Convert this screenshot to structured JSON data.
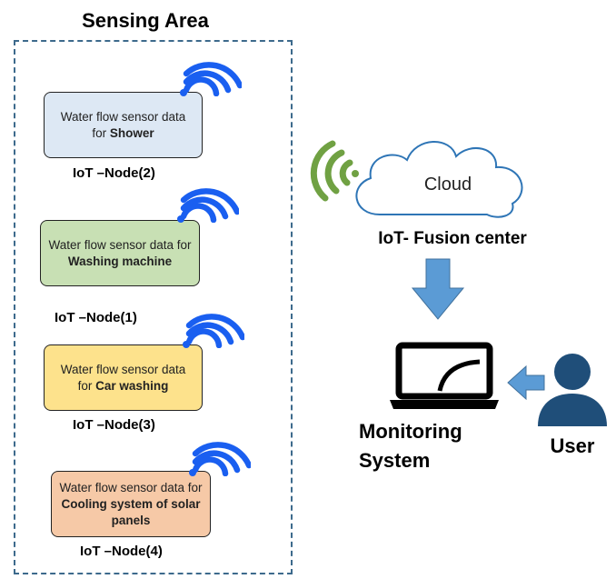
{
  "sensing_area": {
    "title": "Sensing Area"
  },
  "nodes": [
    {
      "prefix": "Water flow sensor data for ",
      "bold": "Shower",
      "label": "IoT –Node(2)",
      "color": "#dde8f4"
    },
    {
      "prefix": "Water flow sensor data for ",
      "bold": "Washing machine",
      "label": "IoT –Node(1)",
      "color": "#c8e0b4"
    },
    {
      "prefix": "Water flow sensor data for ",
      "bold": "Car washing",
      "label": "IoT –Node(3)",
      "color": "#fde28c"
    },
    {
      "prefix": "Water flow sensor data for ",
      "bold": "Cooling system of solar panels",
      "label": "IoT –Node(4)",
      "color": "#f6c9a7"
    }
  ],
  "cloud": {
    "text": "Cloud",
    "label": "IoT- Fusion center"
  },
  "monitoring": {
    "line1": "Monitoring",
    "line2": "System"
  },
  "user": {
    "label": "User"
  },
  "colors": {
    "wifi_blue": "#1a5ff0",
    "wifi_green": "#70a143",
    "arrow_blue": "#5b9bd5",
    "user_blue": "#1f4e79",
    "dash": "#3d6a8c"
  }
}
